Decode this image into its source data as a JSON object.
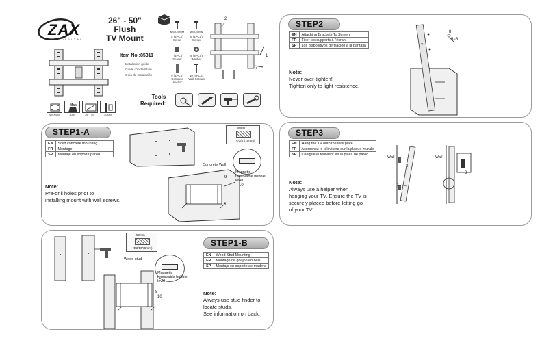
{
  "brand": {
    "name": "ZAX",
    "tagline": "DIGITAL"
  },
  "product": {
    "title_line1": "26\" - 50\"",
    "title_line2": "Flush",
    "title_line3": "TV Mount",
    "item_no": "Item No.:85311",
    "guide_en": "Installation guide",
    "guide_fr": "Guide d'installation",
    "guide_sp": "Guía de instalación"
  },
  "parts": [
    {
      "size": "M6X20MM",
      "qty": "5 (4PCS)",
      "name": "Screw"
    },
    {
      "size": "M8X20MM",
      "qty": "6 (4PCS)",
      "name": "Screw"
    },
    {
      "qty": "7 (4PCS)",
      "name": "Spacer"
    },
    {
      "qty": "8 (8PCS)",
      "name": "Washer"
    },
    {
      "qty": "9 (4PCS)",
      "name": "Concrete Anchor"
    },
    {
      "qty": "10 (4PCS)",
      "name": "Wall Screws"
    }
  ],
  "tools": {
    "label_line1": "Tools",
    "label_line2": "Required:"
  },
  "specs": [
    {
      "label": "400X400"
    },
    {
      "label": "30kg",
      "top": "Max"
    },
    {
      "label": "26\" - 50\""
    },
    {
      "label": "20MM"
    }
  ],
  "step2": {
    "title": "STEP2",
    "rows": [
      {
        "code": "EN",
        "text": "Attaching Brackets To Screen"
      },
      {
        "code": "FR",
        "text": "Fixer les supports à l'écran"
      },
      {
        "code": "SP",
        "text": "Los dispositivos de fijación a la pantalla"
      }
    ],
    "note_title": "Note:",
    "note_lines": [
      "Never over-tighten!",
      "Tighten only to light resistence."
    ],
    "callouts": [
      "8",
      "5~6",
      "7"
    ]
  },
  "step1a": {
    "title": "STEP1-A",
    "rows": [
      {
        "code": "EN",
        "text": "Solid concrete mounting"
      },
      {
        "code": "FR",
        "text": "Montage"
      },
      {
        "code": "SP",
        "text": "Montaje en soporte pared"
      }
    ],
    "note_title": "Note:",
    "note_lines": [
      "Pre-drill holes prior to",
      "installing mount with wall screws."
    ],
    "depth": "50mm",
    "drill": "Φ3/8\"(10mm)",
    "wall_label": "Concrete Wall",
    "level_label": "Magnetic removable bubble level",
    "callouts": [
      "9",
      "10",
      "8"
    ]
  },
  "step3": {
    "title": "STEP3",
    "rows": [
      {
        "code": "EN",
        "text": "Hang the TV onto the wall plate"
      },
      {
        "code": "FR",
        "text": "Accrochez le téléviseur sur la plaque murale"
      },
      {
        "code": "SP",
        "text": "Cuelgue el televisor en la placa de pared"
      }
    ],
    "note_title": "Note:",
    "note_lines": [
      "Always use a helper when",
      "hanging your TV. Ensure the TV is",
      "securely placed before letting go",
      "of your TV."
    ],
    "wall_label_1": "Wall",
    "wall_label_2": "Wall",
    "callouts": [
      "2",
      "1",
      "3"
    ]
  },
  "step1b": {
    "title": "STEP1-B",
    "rows": [
      {
        "code": "EN",
        "text": "Wood Stud Mounting"
      },
      {
        "code": "FR",
        "text": "Montage de goujon en bois"
      },
      {
        "code": "SP",
        "text": "Montaje en soporte de madera"
      }
    ],
    "note_title": "Note:",
    "note_lines": [
      "Always use stud finder to",
      "locate studs.",
      "See information on back."
    ],
    "depth": "50mm",
    "drill": "Φ3/16\"(5mm)",
    "stud_label": "Wood stud",
    "level_label": "Magnetic removable bubble level",
    "callouts": [
      "8",
      "10"
    ]
  },
  "diagram_numbers": [
    "1",
    "2",
    "3"
  ]
}
